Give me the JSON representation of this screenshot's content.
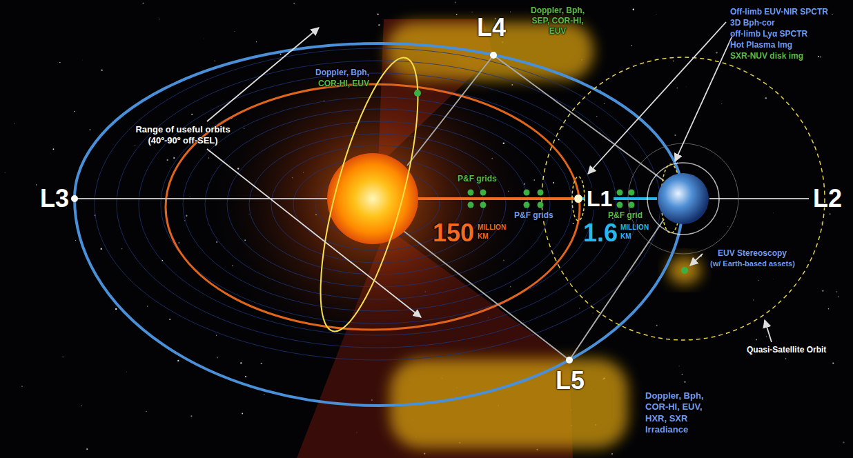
{
  "diagram": {
    "labels": [
      "L4",
      "Doppler, Bph, SEP, COR-HI, EUV",
      "Off-limb EUV-NIR SPCTR",
      "3D Bph-cor",
      "off-limb Lyα SPCTR",
      "Hot Plasma Img",
      "SXR-NUV disk img",
      "Doppler, Bph,",
      "COR-HI, EUV",
      "L3",
      "Range of useful orbits (40º-90º off-SEL)",
      "P&F grids",
      "P&F grids",
      "L1",
      "P&F grid",
      "L2",
      "150",
      "MILLION",
      "KM",
      "1.6",
      "MILLION",
      "KM",
      "EUV Stereoscopy",
      "(w/ Earth-based assets)",
      "Quasi-Satellite Orbit",
      "L5",
      "Doppler, Bph, COR-HI, EUV, HXR, SXR Irradiance"
    ]
  }
}
